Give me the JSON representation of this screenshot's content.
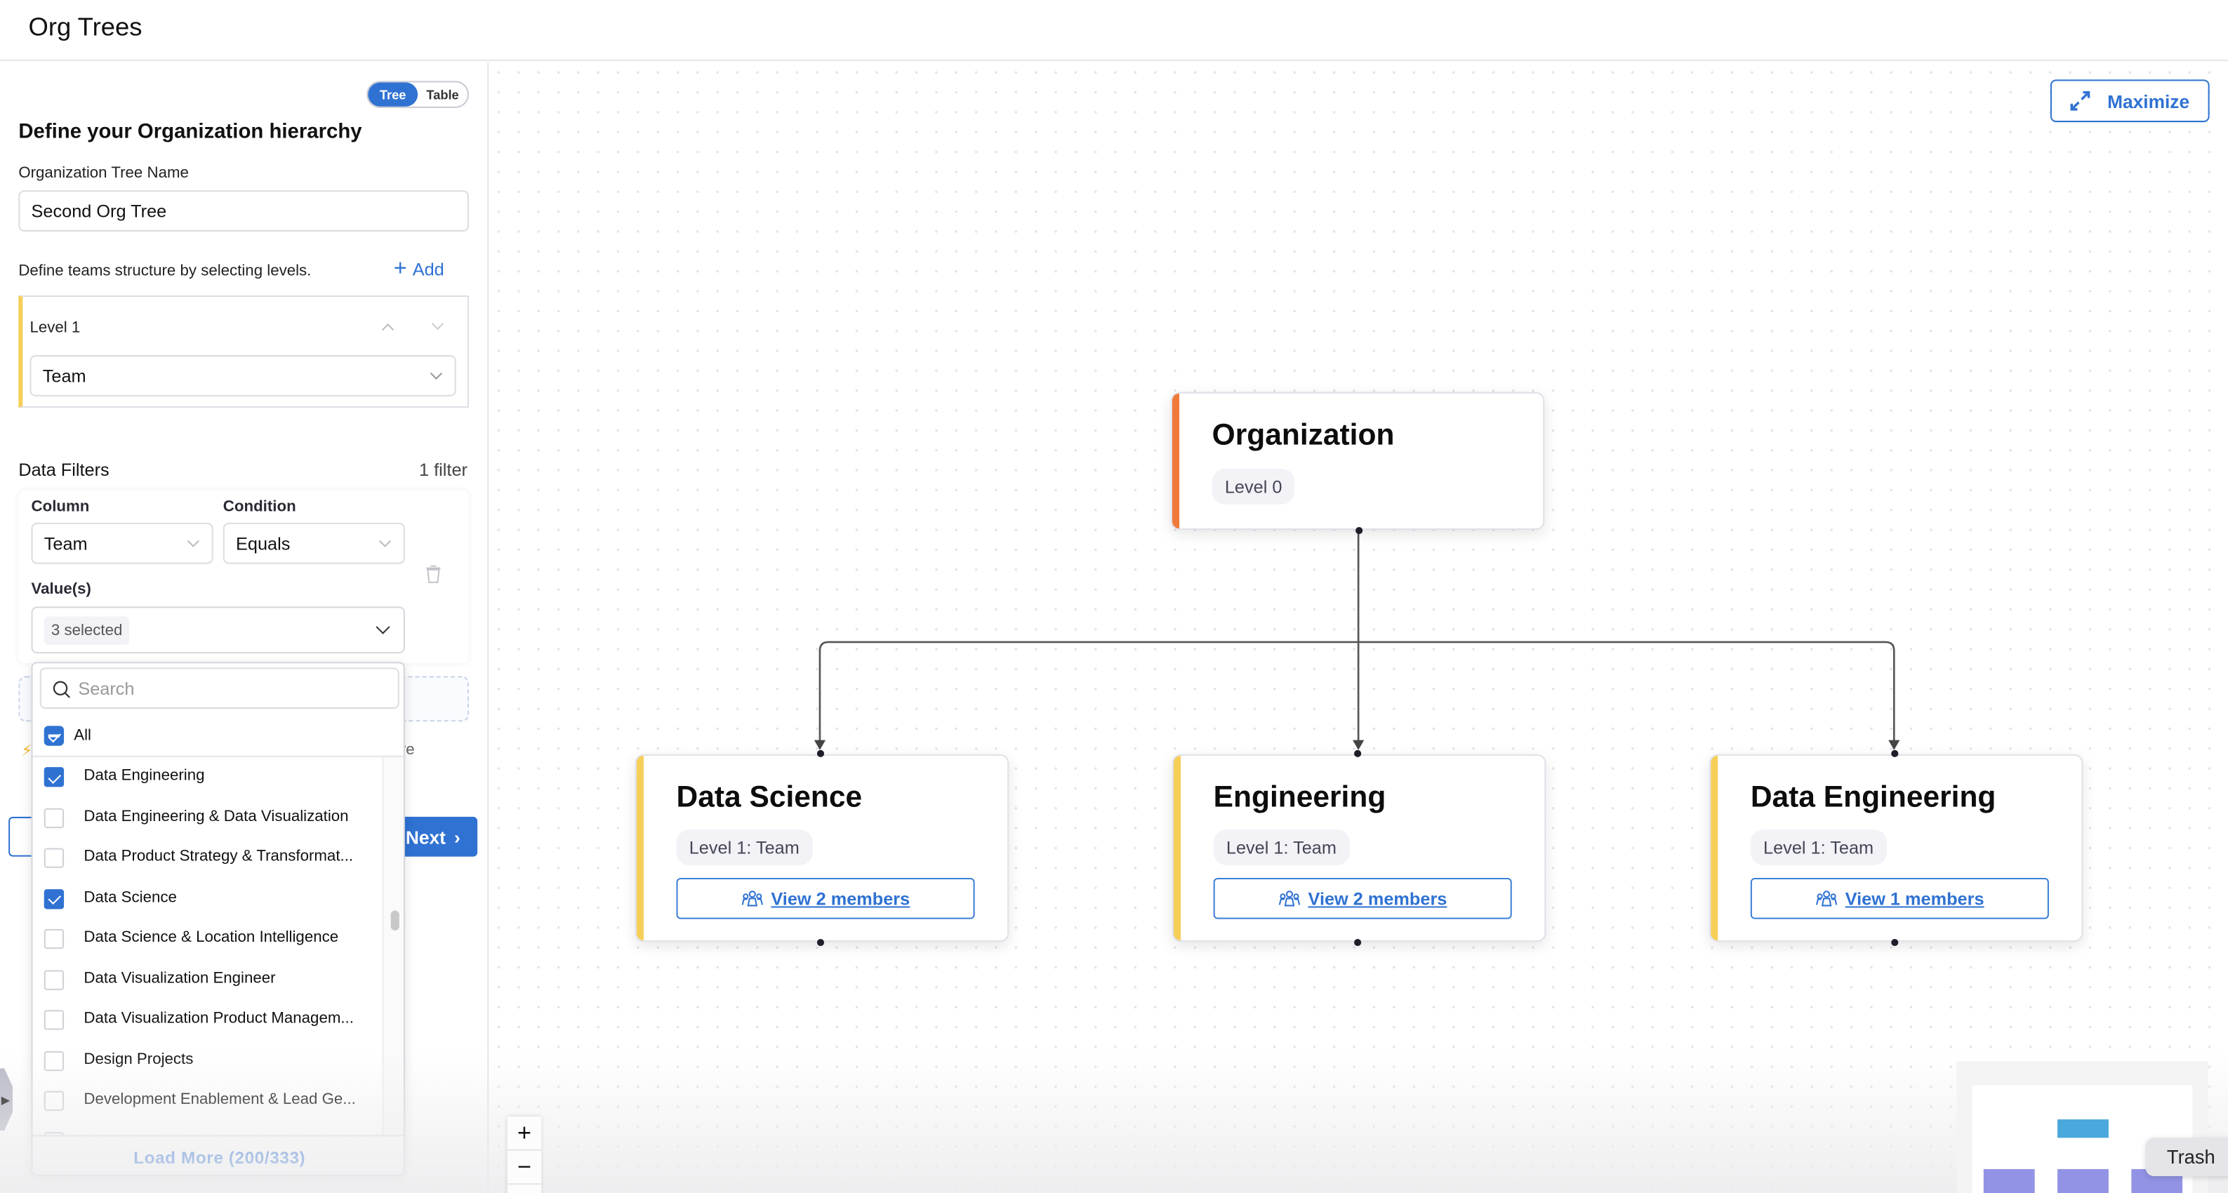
{
  "header": {
    "title": "Org Trees"
  },
  "view_toggle": {
    "tree": "Tree",
    "table": "Table",
    "active": "Tree"
  },
  "form": {
    "heading": "Define your Organization hierarchy",
    "tree_name_label": "Organization Tree Name",
    "tree_name_value": "Second Org Tree",
    "levels_hint": "Define teams structure by selecting levels.",
    "add_label": "Add",
    "levels": [
      {
        "label": "Level 1",
        "value": "Team"
      }
    ],
    "data_filters_label": "Data Filters",
    "filter_count": "1 filter",
    "filter": {
      "column_label": "Column",
      "column_value": "Team",
      "condition_label": "Condition",
      "condition_value": "Equals",
      "values_label": "Value(s)",
      "values_summary": "3 selected"
    },
    "hidden_hint_fragment": "re",
    "next_label": "Next"
  },
  "values_dropdown": {
    "search_placeholder": "Search",
    "all_label": "All",
    "all_state": "indeterminate",
    "options": [
      {
        "label": "Data Engineering",
        "checked": true
      },
      {
        "label": "Data Engineering & Data Visualization",
        "checked": false
      },
      {
        "label": "Data Product Strategy & Transformat...",
        "checked": false
      },
      {
        "label": "Data Science",
        "checked": true
      },
      {
        "label": "Data Science & Location Intelligence",
        "checked": false
      },
      {
        "label": "Data Visualization Engineer",
        "checked": false
      },
      {
        "label": "Data Visualization Product Managem...",
        "checked": false
      },
      {
        "label": "Design Projects",
        "checked": false
      },
      {
        "label": "Development Enablement & Lead Ge...",
        "checked": false
      }
    ],
    "load_more": "Load More (200/333)"
  },
  "canvas": {
    "maximize_label": "Maximize",
    "zoom_in": "+",
    "zoom_out": "−",
    "tooltip": "Trash",
    "root": {
      "title": "Organization",
      "level": "Level 0",
      "color": "#f07a3a"
    },
    "children": [
      {
        "title": "Data Science",
        "level": "Level 1: Team",
        "members": "View 2 members",
        "color": "#f6cf58"
      },
      {
        "title": "Engineering",
        "level": "Level 1: Team",
        "members": "View 2 members",
        "color": "#f6cf58"
      },
      {
        "title": "Data Engineering",
        "level": "Level 1: Team",
        "members": "View 1 members",
        "color": "#f6cf58"
      }
    ]
  },
  "colors": {
    "accent": "#2f72d2",
    "root_bar": "#f07a3a",
    "level_bar": "#f6cf58",
    "minimap_root": "#4aa8dc",
    "minimap_child": "#9393e6"
  }
}
